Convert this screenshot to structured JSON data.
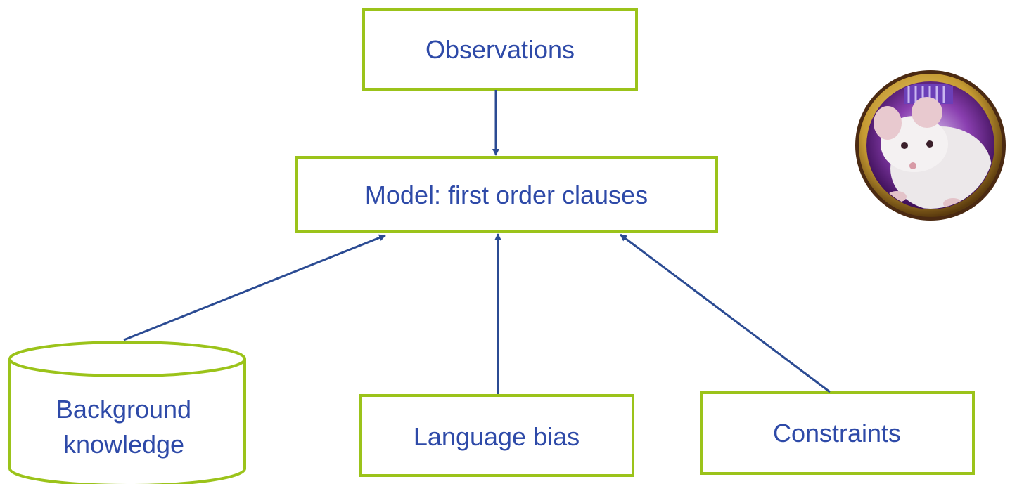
{
  "colors": {
    "box_border": "#9bc31a",
    "text": "#2e4aa8",
    "arrow": "#2b4b93",
    "badge_ring": "#4b2a12",
    "badge_bg": "#7d2d9a"
  },
  "nodes": {
    "observations": "Observations",
    "model": "Model: first order clauses",
    "background_line1": "Background",
    "background_line2": "knowledge",
    "language_bias": "Language bias",
    "constraints": "Constraints"
  },
  "images": {
    "badge": "mouse-photo-badge"
  }
}
